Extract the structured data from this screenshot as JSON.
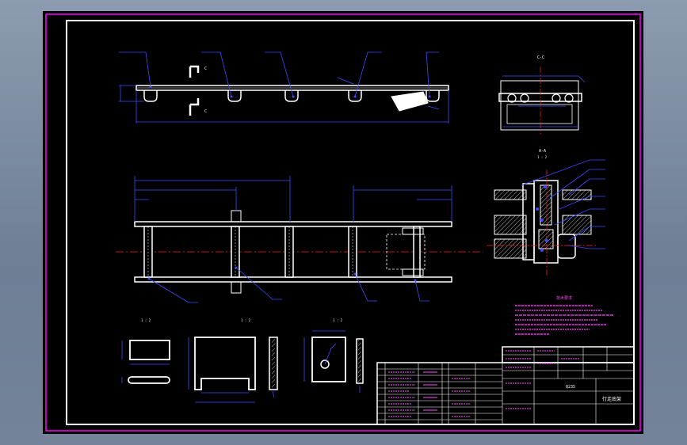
{
  "drawing": {
    "label_c": "C",
    "section_c_label": "C-C",
    "section_a_label": "A-A",
    "scale_note": "1 : 2",
    "tech_req_title": "技术要求",
    "title_block": {
      "name": "行走底架",
      "material": "Q235"
    }
  },
  "colors": {
    "background": "#000000",
    "frame": "#ffffff",
    "border": "#ff00ff",
    "dimension": "#3a4cff",
    "centerline": "#ff2020",
    "text": "#ff40ff"
  }
}
